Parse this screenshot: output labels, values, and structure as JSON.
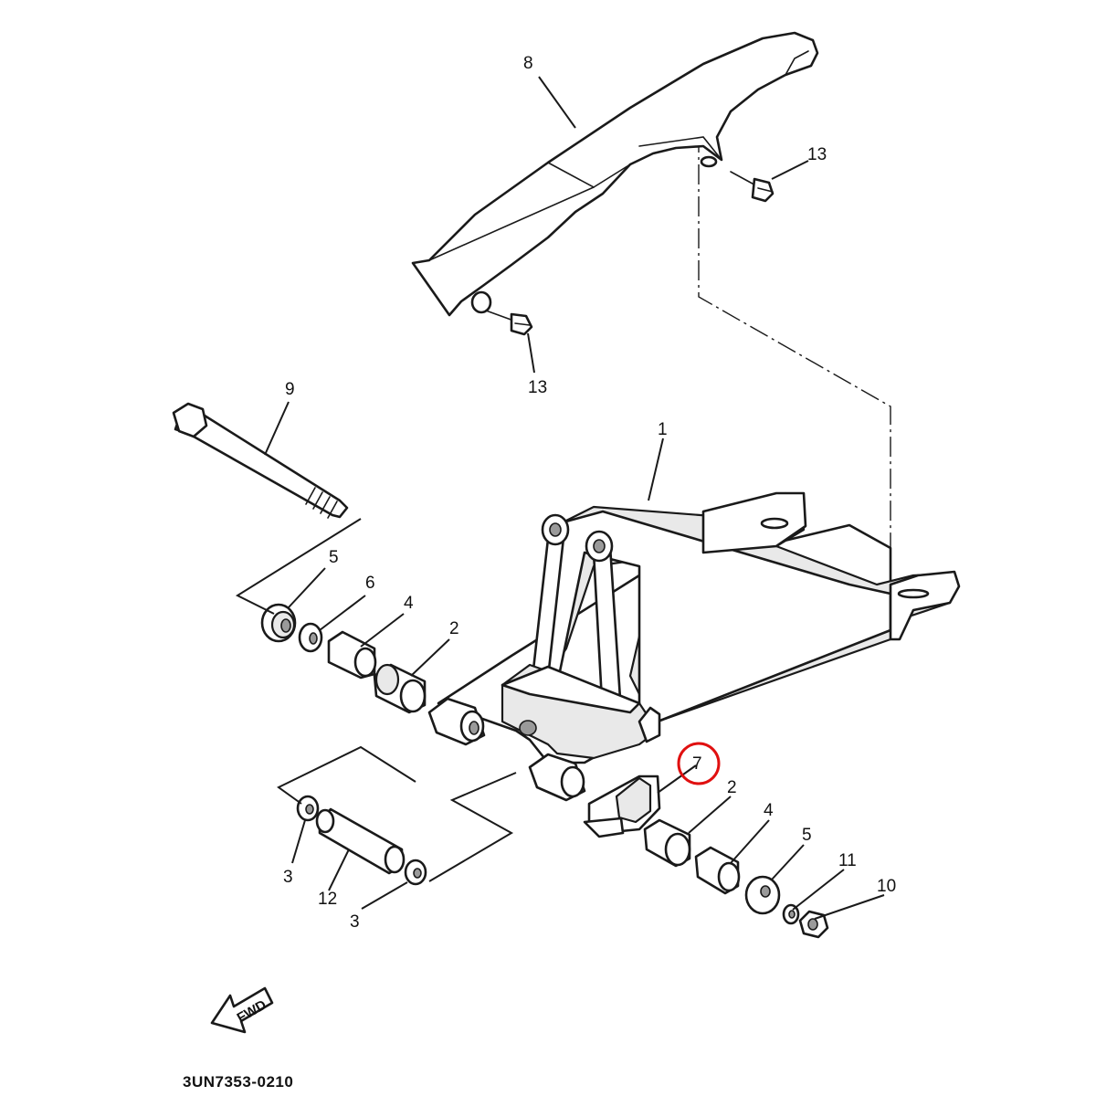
{
  "callouts": [
    {
      "id": "c1",
      "text": "1"
    },
    {
      "id": "c2a",
      "text": "2"
    },
    {
      "id": "c2b",
      "text": "2"
    },
    {
      "id": "c3a",
      "text": "3"
    },
    {
      "id": "c3b",
      "text": "3"
    },
    {
      "id": "c4a",
      "text": "4"
    },
    {
      "id": "c4b",
      "text": "4"
    },
    {
      "id": "c5a",
      "text": "5"
    },
    {
      "id": "c5b",
      "text": "5"
    },
    {
      "id": "c6",
      "text": "6"
    },
    {
      "id": "c7",
      "text": "7"
    },
    {
      "id": "c8",
      "text": "8"
    },
    {
      "id": "c9",
      "text": "9"
    },
    {
      "id": "c10",
      "text": "10"
    },
    {
      "id": "c11",
      "text": "11"
    },
    {
      "id": "c12",
      "text": "12"
    },
    {
      "id": "c13a",
      "text": "13"
    },
    {
      "id": "c13b",
      "text": "13"
    }
  ],
  "highlighted_callout": "7",
  "highlight_color": "#e01010",
  "fwd_arrow": {
    "label": "FWD"
  },
  "diagram_code": "3UN7353-0210"
}
